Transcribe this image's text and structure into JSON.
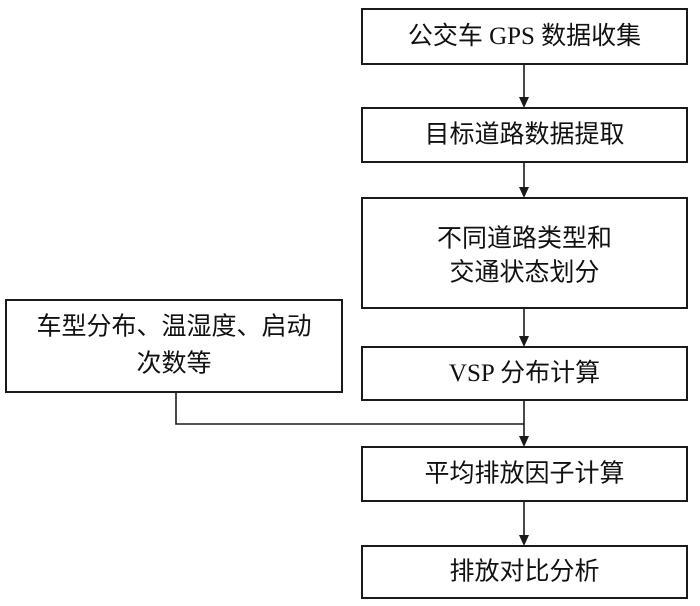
{
  "diagram": {
    "type": "flowchart",
    "nodes": {
      "gps_collection": {
        "label": "公交车 GPS 数据收集"
      },
      "road_extraction": {
        "label": "目标道路数据提取"
      },
      "classification": {
        "lines": [
          "不同道路类型和",
          "交通状态划分"
        ]
      },
      "vsp_calc": {
        "label": "VSP 分布计算"
      },
      "emission_factor": {
        "label": "平均排放因子计算"
      },
      "comparison": {
        "label": "排放对比分析"
      },
      "side_input": {
        "lines": [
          "车型分布、温湿度、启动",
          "次数等"
        ]
      }
    },
    "edges": [
      {
        "from": "gps_collection",
        "to": "road_extraction"
      },
      {
        "from": "road_extraction",
        "to": "classification"
      },
      {
        "from": "classification",
        "to": "vsp_calc"
      },
      {
        "from": "vsp_calc",
        "to": "emission_factor"
      },
      {
        "from": "side_input",
        "to": "emission_factor"
      },
      {
        "from": "emission_factor",
        "to": "comparison"
      }
    ]
  }
}
